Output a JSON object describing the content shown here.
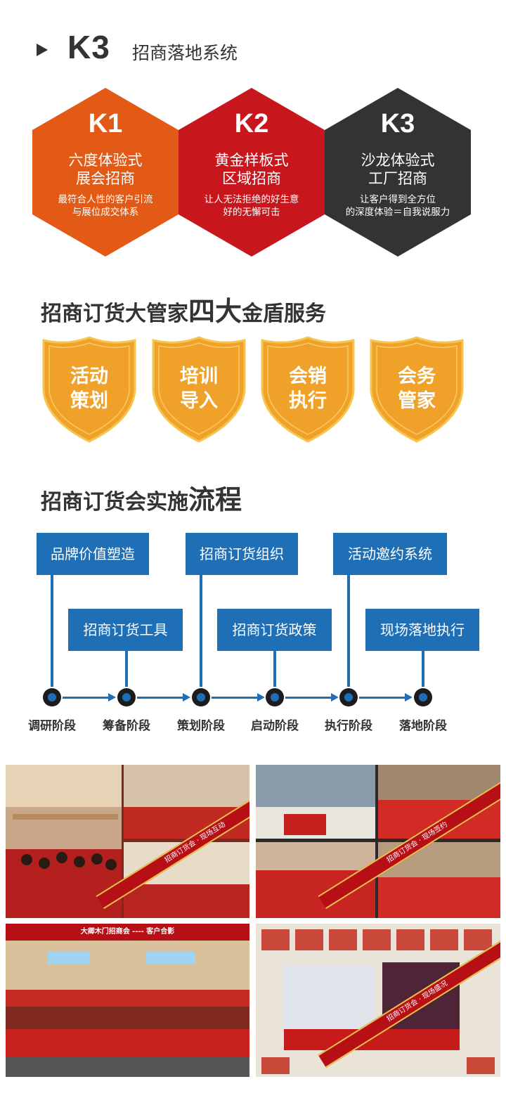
{
  "header": {
    "code": "K3",
    "subtitle": "招商落地系统"
  },
  "hexagons": [
    {
      "code": "K1",
      "title_line1": "六度体验式",
      "title_line2": "展会招商",
      "desc_line1": "最符合人性的客户引流",
      "desc_line2": "与展位成交体系",
      "color": "#e35a17"
    },
    {
      "code": "K2",
      "title_line1": "黄金样板式",
      "title_line2": "区域招商",
      "desc_line1": "让人无法拒绝的好生意",
      "desc_line2": "好的无懈可击",
      "color": "#c8161d"
    },
    {
      "code": "K3",
      "title_line1": "沙龙体验式",
      "title_line2": "工厂招商",
      "desc_line1": "让客户得到全方位",
      "desc_line2": "的深度体验＝自我说服力",
      "color": "#333333"
    }
  ],
  "services": {
    "title_pre": "招商订货大管家",
    "title_big": "四大",
    "title_post": "金盾服务",
    "shields": [
      {
        "line1": "活动",
        "line2": "策划"
      },
      {
        "line1": "培训",
        "line2": "导入"
      },
      {
        "line1": "会销",
        "line2": "执行"
      },
      {
        "line1": "会务",
        "line2": "管家"
      }
    ]
  },
  "process": {
    "title_pre": "招商订货会实施",
    "title_big": "流程",
    "boxes": [
      "品牌价值塑造",
      "招商订货工具",
      "招商订货组织",
      "招商订货政策",
      "活动邀约系统",
      "现场落地执行"
    ],
    "stages": [
      "调研阶段",
      "筹备阶段",
      "策划阶段",
      "启动阶段",
      "执行阶段",
      "落地阶段"
    ]
  },
  "photos": {
    "banner_1": "招商订货会 · 现场互动",
    "banner_2": "招商订货会 · 现场签约",
    "banner_3": "大卿木门招商会 ---- 客户合影",
    "banner_4": "招商订货会 · 现场盛况",
    "colors": {
      "red": "#b70f16",
      "gold": "#e8c04a"
    }
  },
  "colors": {
    "flow_blue": "#1f6fb6",
    "shield_orange": "#f0a12a",
    "text_dark": "#333333"
  }
}
